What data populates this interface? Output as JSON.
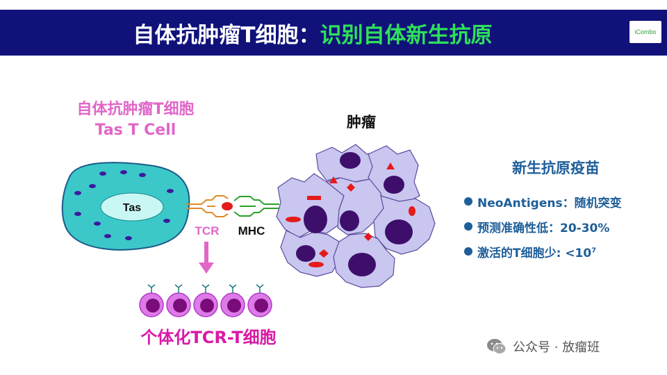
{
  "title": {
    "part1": "自体抗肿瘤T细胞：",
    "part2": "识别自体新生抗原"
  },
  "logo": {
    "text": "iCombo"
  },
  "cell": {
    "title_cn": "自体抗肿瘤T细胞",
    "title_en": "Tas T Cell",
    "nucleus_label": "Tas"
  },
  "labels": {
    "tcr": "TCR",
    "mhc": "MHC",
    "tumor": "肿瘤",
    "bottom": "个体化TCR-T细胞"
  },
  "vaccine": {
    "title": "新生抗原疫苗",
    "bullets": [
      {
        "text": "NeoAntigens：随机突变"
      },
      {
        "text": "预测准确性低：20-30%"
      },
      {
        "text": "激活的T细胞少: <10",
        "sup": "7"
      }
    ]
  },
  "watermark": {
    "text": "公众号 · 放瘤班"
  },
  "colors": {
    "title_bg": "#10127a",
    "accent_green": "#2ee05a",
    "cell": "#3cc8c8",
    "pink": "#e066c8",
    "magenta": "#d81aa6",
    "blue_text": "#1e5e9a"
  }
}
